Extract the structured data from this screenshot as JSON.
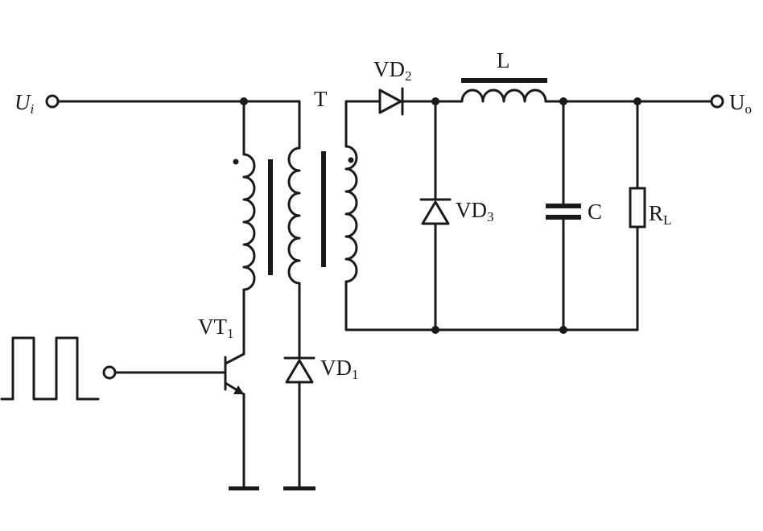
{
  "labels": {
    "input": {
      "main": "U",
      "sub": "i"
    },
    "output": {
      "main": "U",
      "sub": "o"
    },
    "transformer": "T",
    "diode_vd1": {
      "main": "VD",
      "sub": "1"
    },
    "diode_vd2": {
      "main": "VD",
      "sub": "2"
    },
    "diode_vd3": {
      "main": "VD",
      "sub": "3"
    },
    "inductor": "L",
    "capacitor": "C",
    "load": {
      "main": "R",
      "sub": "L"
    },
    "transistor": {
      "main": "VT",
      "sub": "1"
    }
  },
  "colors": {
    "ink": "#1a1a1a",
    "background": "#ffffff"
  }
}
